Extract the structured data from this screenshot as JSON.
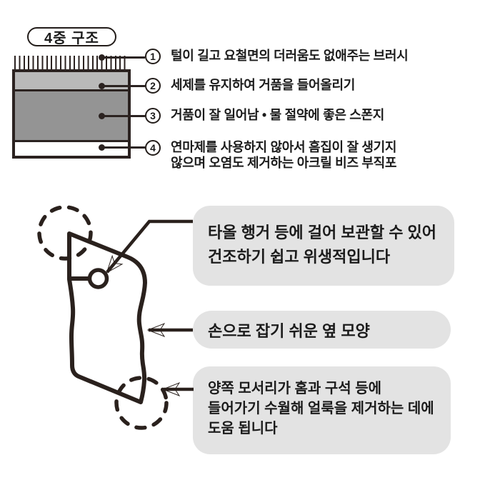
{
  "title_badge": "4중 구조",
  "structure": {
    "items": [
      {
        "num": "1",
        "text": "털이 길고 요철면의 더러움도 없애주는 브러시"
      },
      {
        "num": "2",
        "text": "세제를 유지하여 거품을 들어올리기"
      },
      {
        "num": "3",
        "text": "거품이 잘 일어남  •  물 절약에 좋은 스폰지"
      },
      {
        "num": "4",
        "text_line1": "연마제를 사용하지 않아서 흠집이 잘 생기지",
        "text_line2": "않으며 오염도 제거하는 아크릴 비즈 부직포"
      }
    ]
  },
  "features": {
    "hang": {
      "line1": "타올 행거 등에 걸어 보관할 수 있어",
      "line2": "건조하기 쉽고 위생적입니다"
    },
    "grip": {
      "line1": "손으로 잡기 쉬운 옆 모양"
    },
    "corner": {
      "line1": "양쪽 모서리가 홈과 구석 등에",
      "line2": "들어가기 수월해 얼룩을 제거하는 데에",
      "line3": "도움 됩니다"
    }
  },
  "icons": [
    "bristle-layer-icon",
    "callout-dot",
    "hang-hole-icon",
    "dashed-circle-icon",
    "arrow-icon"
  ],
  "colors": {
    "line_art": "#2a211d",
    "layer_detergent_gray": "#b9b9b9",
    "layer_sponge_gray": "#949494",
    "layer_nonwoven": "#ffffff",
    "bubble_gray": "#e3e3e3",
    "text": "#1b1b1b",
    "background": "#ffffff"
  }
}
